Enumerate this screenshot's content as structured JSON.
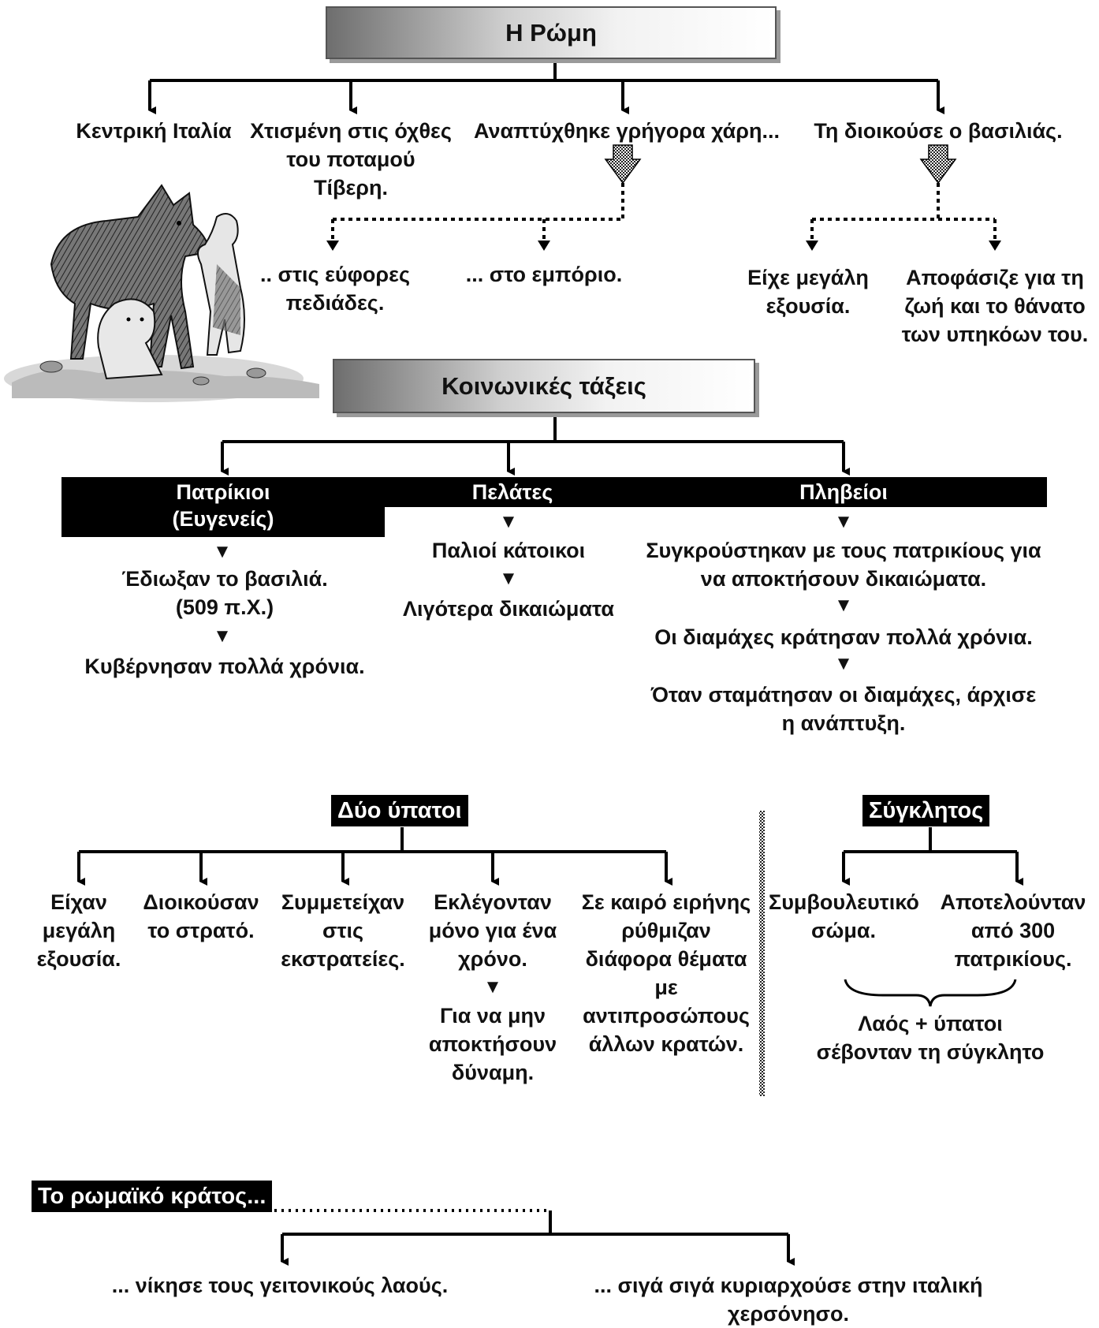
{
  "rome": {
    "title": "Η Ρώμη",
    "branches": [
      "Κεντρική Ιταλία",
      "Χτισμένη στις όχθες\nτου ποταμού\nΤίβερη.",
      "Αναπτύχθηκε γρήγορα χάρη...",
      "Τη διοικούσε ο βασιλιάς."
    ],
    "growth_reasons": [
      ".. στις εύφορες\nπεδιάδες.",
      "... στο εμπόριο."
    ],
    "king_powers": [
      "Είχε μεγάλη\nεξουσία.",
      "Αποφάσιζε για τη\nζωή και το θάνατο\nτων υπηκόων του."
    ]
  },
  "classes": {
    "title": "Κοινωνικές τάξεις",
    "patricians": {
      "label": "Πατρίκιοι\n(Ευγενείς)",
      "facts": [
        "Έδιωξαν το βασιλιά.\n(509 π.Χ.)",
        "Κυβέρνησαν πολλά χρόνια."
      ]
    },
    "clients": {
      "label": "Πελάτες",
      "facts": [
        "Παλιοί κάτοικοι",
        "Λιγότερα δικαιώματα"
      ]
    },
    "plebeians": {
      "label": "Πληβείοι",
      "facts": [
        "Συγκρούστηκαν με τους πατρικίους για\nνα αποκτήσουν δικαιώματα.",
        "Οι διαμάχες κράτησαν πολλά χρόνια.",
        "Όταν σταμάτησαν οι διαμάχες, άρχισε\nη ανάπτυξη."
      ]
    }
  },
  "consuls": {
    "title": "Δύο ύπατοι",
    "items": [
      "Είχαν\nμεγάλη\nεξουσία.",
      "Διοικούσαν\nτο στρατό.",
      "Συμμετείχαν\nστις\nεκστρατείες.",
      "Εκλέγονταν\nμόνο για ένα\nχρόνο.",
      "Σε καιρό ειρήνης\nρύθμιζαν\nδιάφορα θέματα\nμε\nαντιπροσώπους\nάλλων κρατών."
    ],
    "reason": "Για να μην\nαποκτήσουν\nδύναμη."
  },
  "senate": {
    "title": "Σύγκλητος",
    "items": [
      "Συμβουλευτικό\nσώμα.",
      "Αποτελούνταν\nαπό 300\nπατρικίους."
    ],
    "respect": "Λαός + ύπατοι\nσέβονταν τη σύγκλητο"
  },
  "state": {
    "title": "Το ρωμαϊκό κράτος...",
    "items": [
      "... νίκησε τους γειτονικούς λαούς.",
      "... σιγά σιγά κυριαρχούσε στην ιταλική\nχερσόνησο."
    ]
  },
  "symbols": {
    "down_triangle": "▼"
  },
  "colors": {
    "ink": "#000000",
    "header_gradient_dark": "#6e6e6e",
    "header_gradient_light": "#ffffff"
  }
}
